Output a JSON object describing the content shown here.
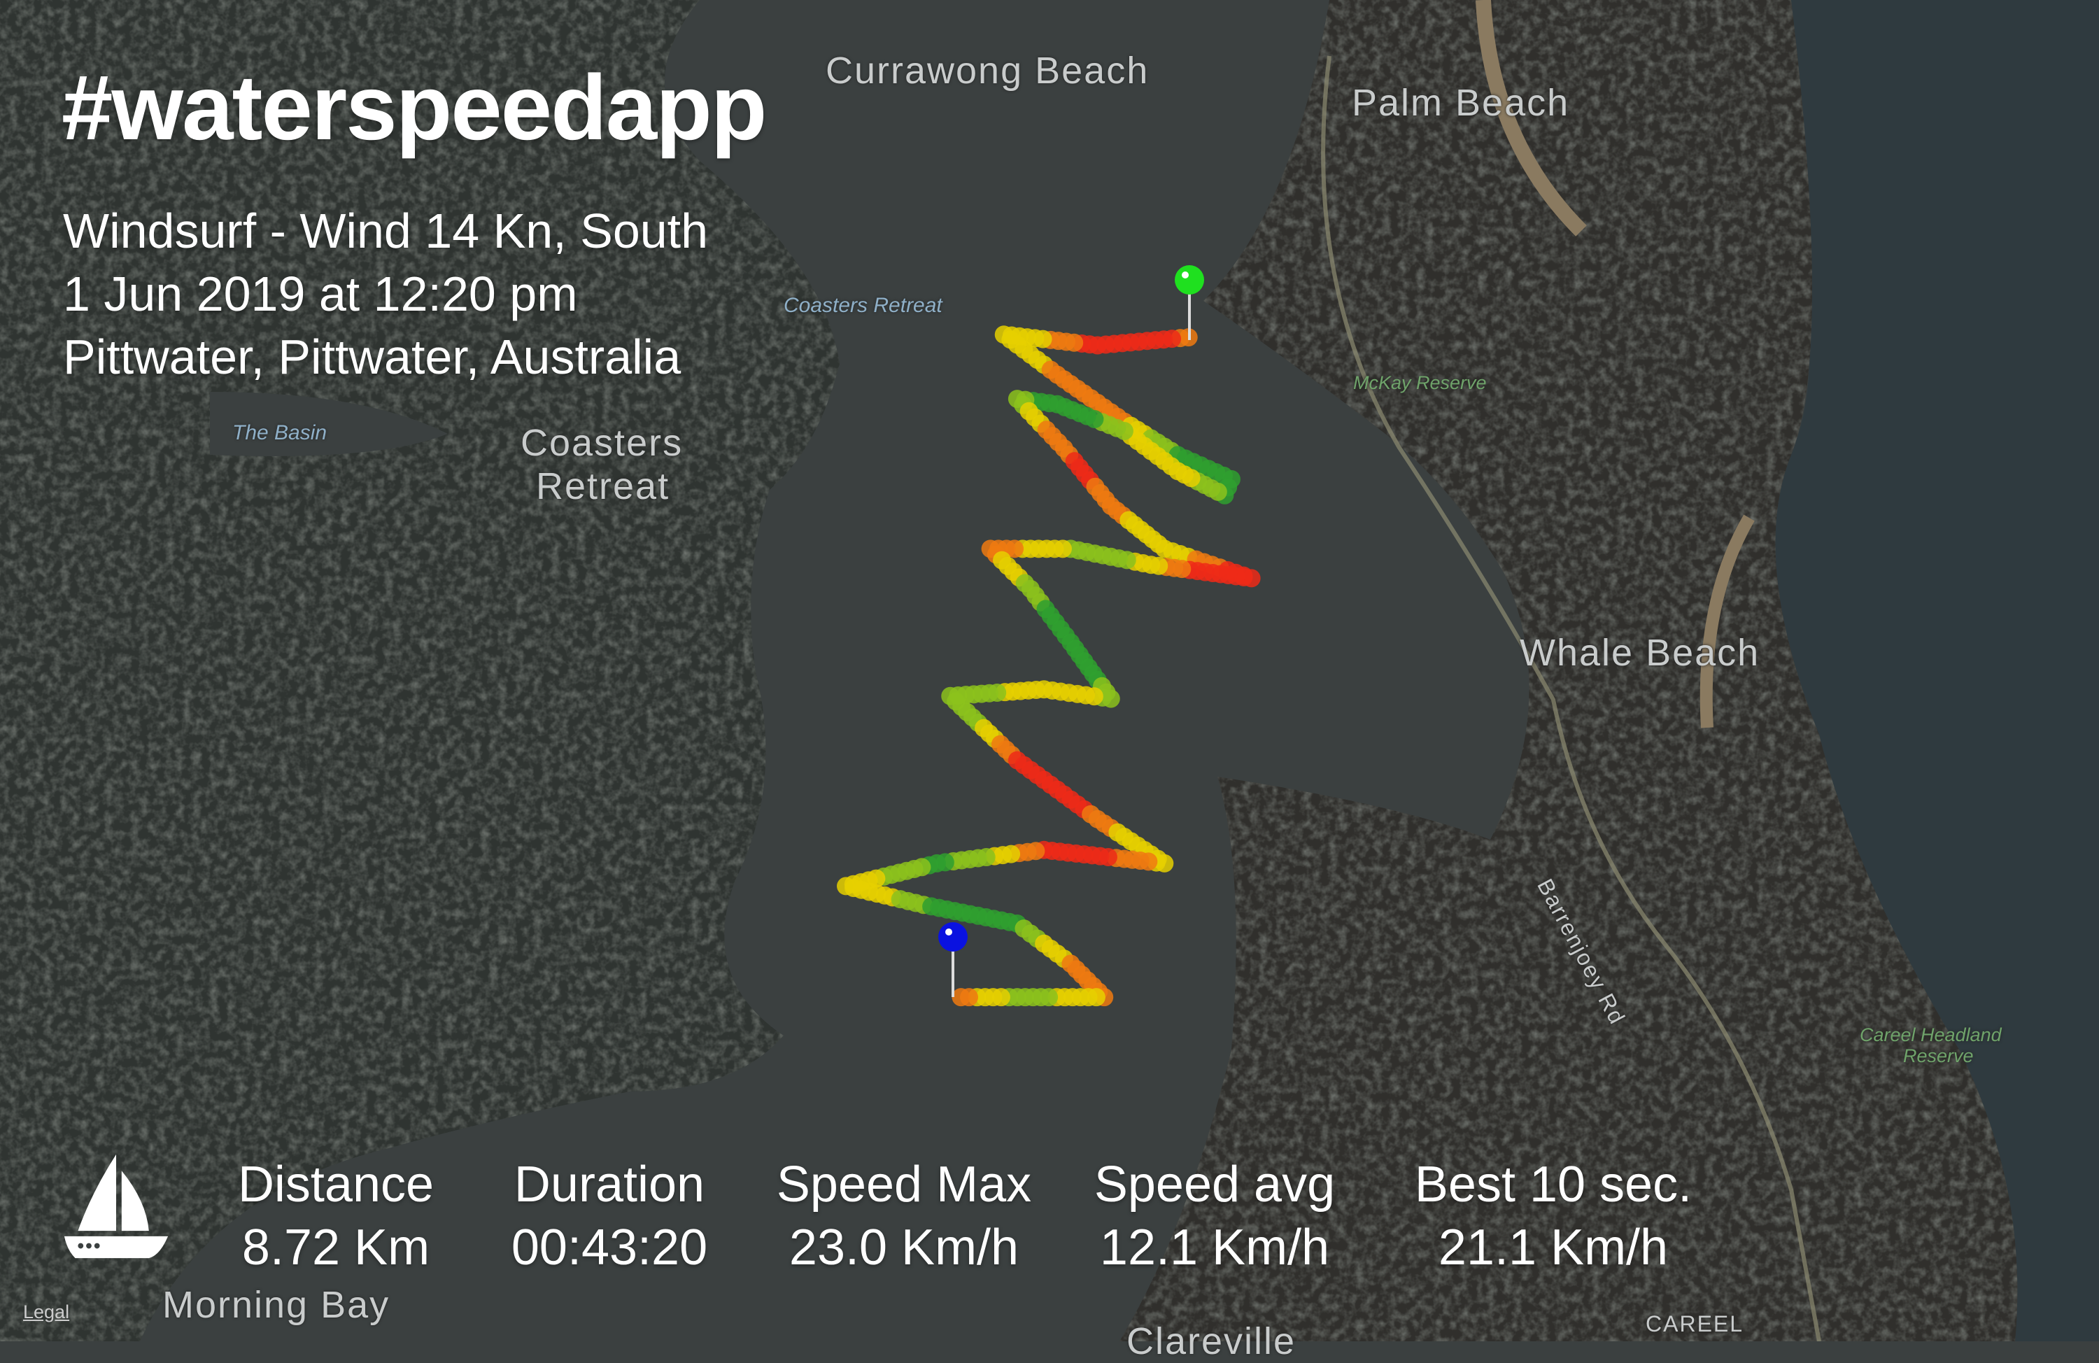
{
  "header": {
    "app_tag": "#waterspeedapp",
    "activity": "Windsurf - Wind 14 Kn, South",
    "datetime": "1 Jun 2019 at 12:20 pm",
    "location": "Pittwater, Pittwater, Australia"
  },
  "map": {
    "labels": {
      "currawong": "Currawong Beach",
      "palm_beach": "Palm Beach",
      "coasters_small": "Coasters Retreat",
      "mckay": "McKay Reserve",
      "the_basin": "The Basin",
      "coasters_line1": "Coasters",
      "coasters_line2": "Retreat",
      "whale_beach": "Whale Beach",
      "barrenjoey": "Barrenjoey Rd",
      "careel_headland_1": "Careel Headland",
      "careel_headland_2": "Reserve",
      "morning_bay": "Morning Bay",
      "careel": "CAREEL",
      "clareville": "Clareville"
    },
    "legal": "Legal",
    "start_pin_color": "#1fe01f",
    "end_pin_color": "#0a12e0",
    "speed_colors": [
      "#2fa02f",
      "#8cc21c",
      "#e6d000",
      "#f07a10",
      "#ee2a18"
    ]
  },
  "stats": [
    {
      "label": "Distance",
      "value": "8.72 Km"
    },
    {
      "label": "Duration",
      "value": "00:43:20"
    },
    {
      "label": "Speed Max",
      "value": "23.0 Km/h"
    },
    {
      "label": "Speed avg",
      "value": "12.1 Km/h"
    },
    {
      "label": "Best 10 sec.",
      "value": "21.1 Km/h"
    }
  ]
}
